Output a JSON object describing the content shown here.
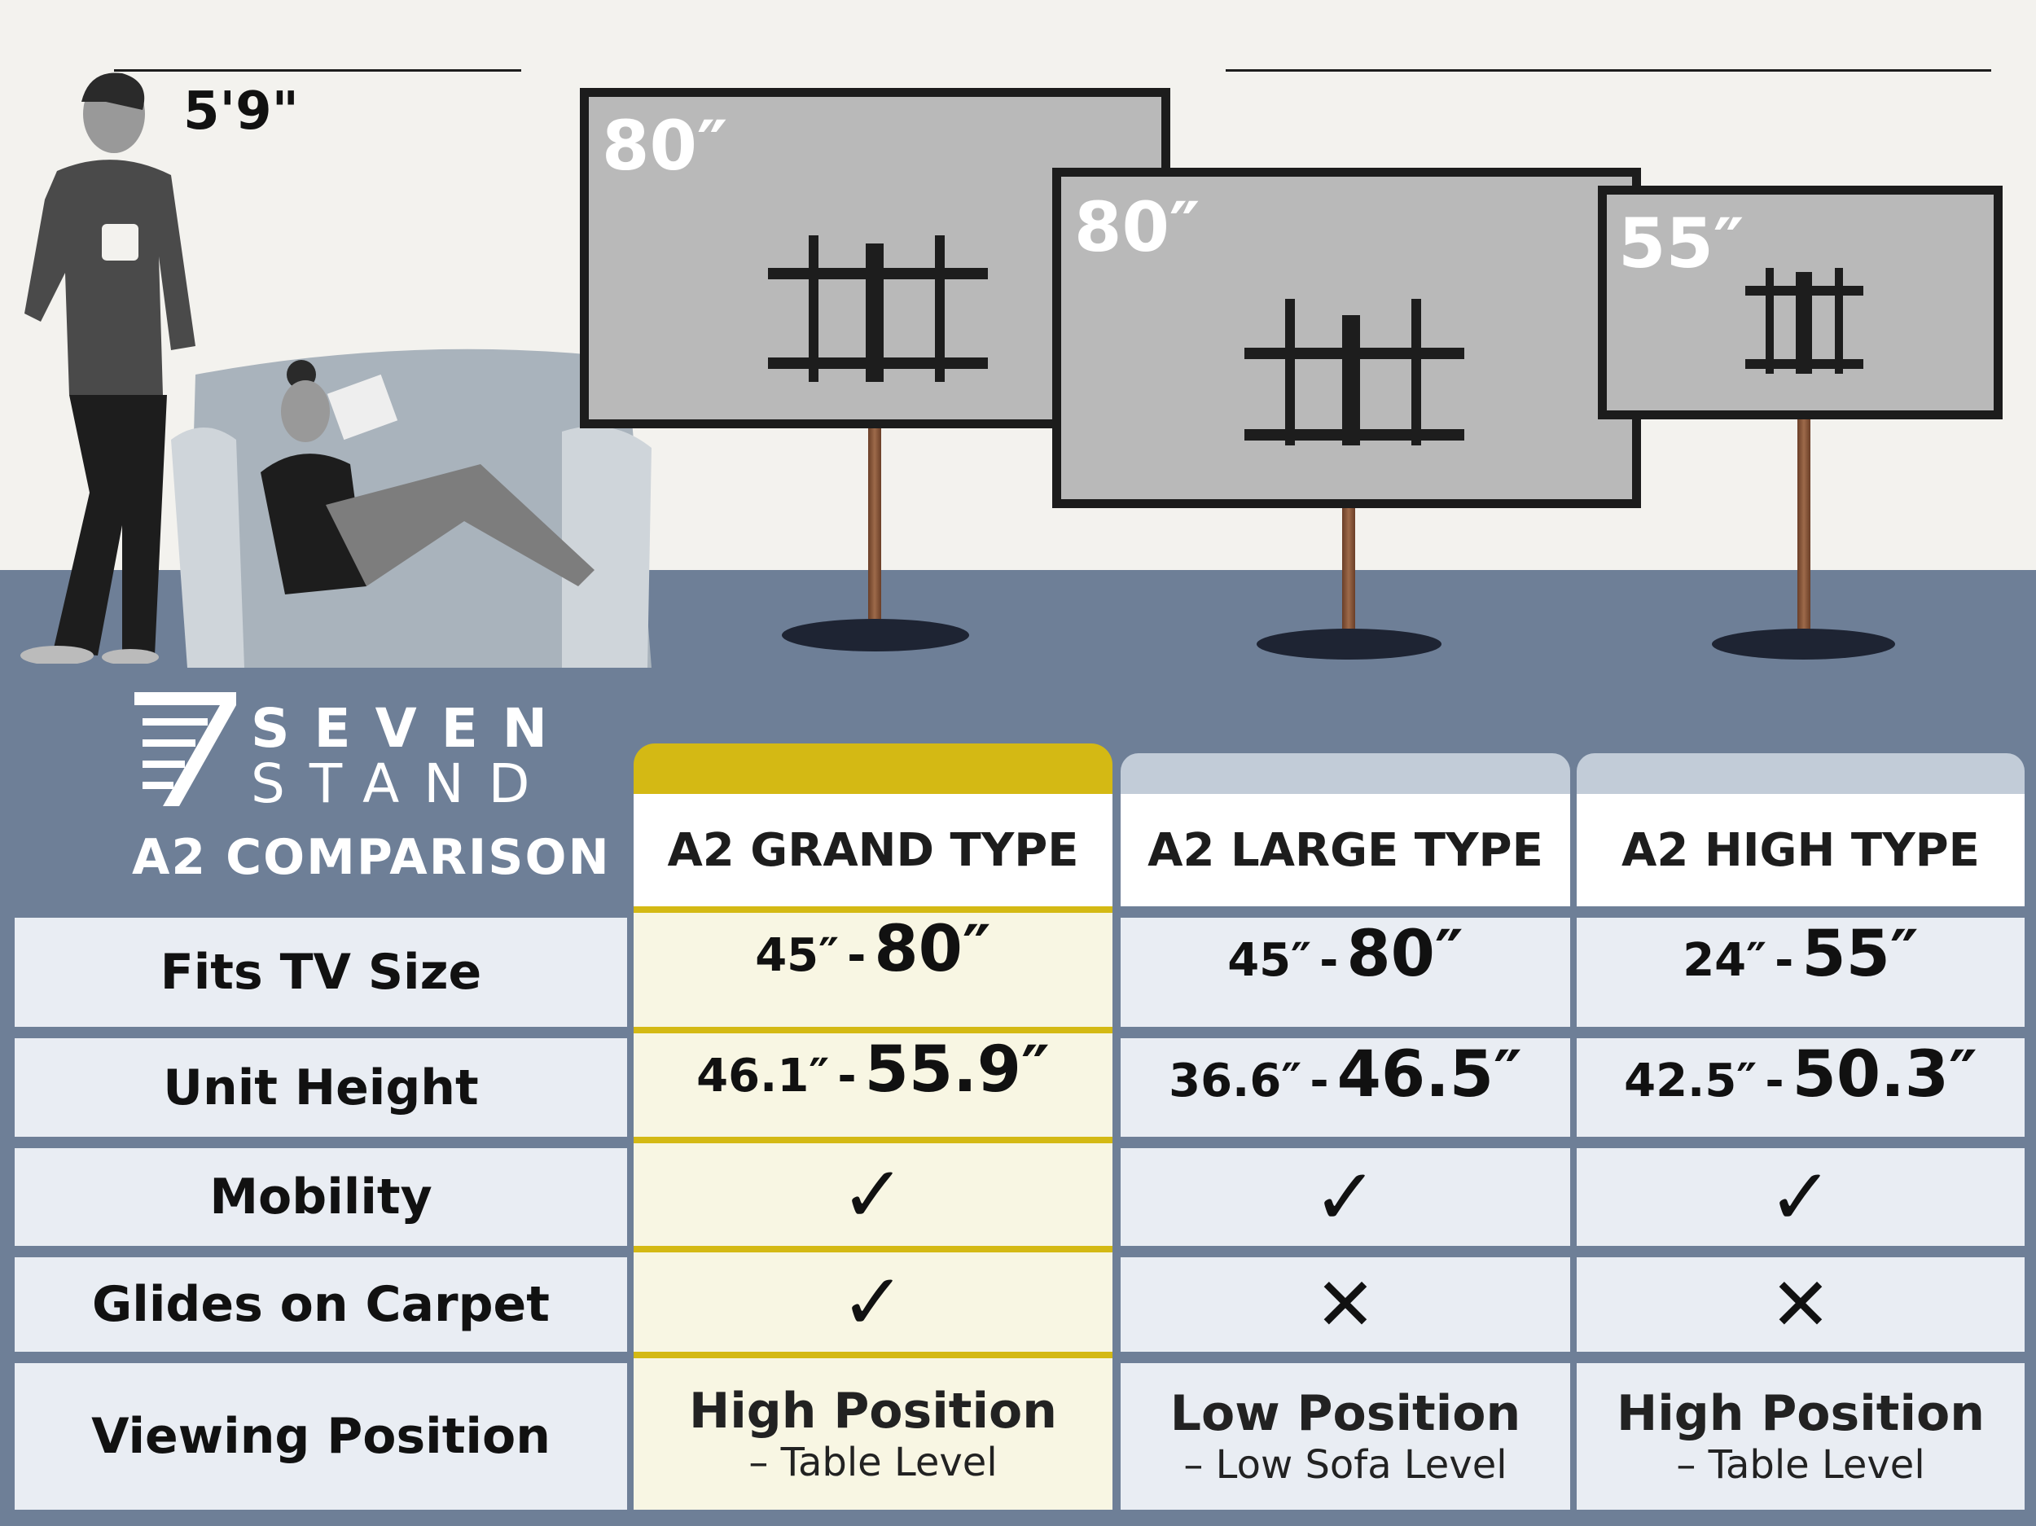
{
  "header_visual": {
    "person_height": "5'9\"",
    "tvs": [
      {
        "size": "80″"
      },
      {
        "size": "80″"
      },
      {
        "size": "55″"
      }
    ]
  },
  "brand": {
    "seven": "SEVEN",
    "stand": "STAND",
    "comparison_title": "A2 COMPARISON"
  },
  "table": {
    "columns": [
      "A2 GRAND TYPE",
      "A2 LARGE TYPE",
      "A2 HIGH TYPE"
    ],
    "rows": [
      {
        "label": "Fits TV Size",
        "values": [
          {
            "min": "45″",
            "sep": "-",
            "max": "80″"
          },
          {
            "min": "45″",
            "sep": "-",
            "max": "80″"
          },
          {
            "min": "24″",
            "sep": "-",
            "max": "55″"
          }
        ]
      },
      {
        "label": "Unit Height",
        "values": [
          {
            "min": "46.1″",
            "sep": "-",
            "max": "55.9″"
          },
          {
            "min": "36.6″",
            "sep": "-",
            "max": "46.5″"
          },
          {
            "min": "42.5″",
            "sep": "-",
            "max": "50.3″"
          }
        ]
      },
      {
        "label": "Mobility",
        "values": [
          "✓",
          "✓",
          "✓"
        ]
      },
      {
        "label": "Glides on Carpet",
        "values": [
          "✓",
          "✕",
          "✕"
        ]
      },
      {
        "label": "Viewing Position",
        "values": [
          {
            "main": "High Position",
            "sub": "– Table Level"
          },
          {
            "main": "Low Position",
            "sub": "– Low Sofa Level"
          },
          {
            "main": "High Position",
            "sub": "– Table Level"
          }
        ]
      }
    ]
  },
  "colors": {
    "highlight": "#d4b914",
    "header_other": "#c2ccd8",
    "floor": "#6e7f97",
    "wall": "#f3f2ee"
  }
}
